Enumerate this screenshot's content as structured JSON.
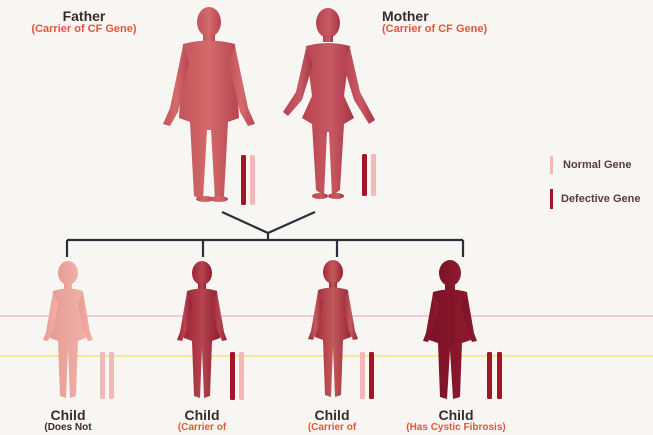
{
  "parents": {
    "father": {
      "title": "Father",
      "subtitle": "(Carrier of CF Gene)"
    },
    "mother": {
      "title": "Mother",
      "subtitle": "(Carrier of CF Gene)"
    }
  },
  "children": [
    {
      "title": "Child",
      "subtitle": "(Does Not"
    },
    {
      "title": "Child",
      "subtitle": "(Carrier of"
    },
    {
      "title": "Child",
      "subtitle": "(Carrier of"
    },
    {
      "title": "Child",
      "subtitle": "(Has Cystic Fibrosis)"
    }
  ],
  "legend": {
    "normal_label": "Normal Gene",
    "defective_label": "Defective Gene"
  },
  "colors": {
    "normal_gene": "#f2b8b8",
    "defective_gene": "#a3162a",
    "connector": "#2a2f3a",
    "highlight_pink": "#f3c6d8",
    "highlight_yellow": "#f3ea95"
  }
}
